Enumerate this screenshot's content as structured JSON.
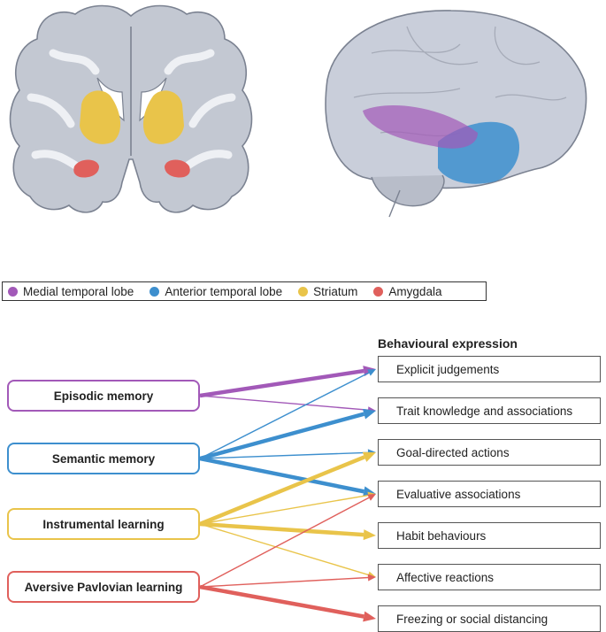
{
  "legend": [
    {
      "label": "Medial temporal lobe",
      "color": "#a259b8"
    },
    {
      "label": "Anterior temporal lobe",
      "color": "#3d8fce"
    },
    {
      "label": "Striatum",
      "color": "#e9c44a"
    },
    {
      "label": "Amygdala",
      "color": "#e0605c"
    }
  ],
  "memory_systems": [
    {
      "label": "Episodic memory",
      "color": "#a259b8"
    },
    {
      "label": "Semantic memory",
      "color": "#3d8fce"
    },
    {
      "label": "Instrumental learning",
      "color": "#e9c44a"
    },
    {
      "label": "Aversive Pavlovian learning",
      "color": "#e0605c"
    }
  ],
  "expression_title": "Behavioural expression",
  "expressions": [
    "Explicit judgements",
    "Trait knowledge and associations",
    "Goal-directed actions",
    "Evaluative associations",
    "Habit behaviours",
    "Affective reactions",
    "Freezing or social distancing"
  ],
  "connections": [
    {
      "from": 0,
      "to": 0,
      "strength": "strong"
    },
    {
      "from": 0,
      "to": 1,
      "strength": "weak"
    },
    {
      "from": 1,
      "to": 0,
      "strength": "weak"
    },
    {
      "from": 1,
      "to": 1,
      "strength": "strong"
    },
    {
      "from": 1,
      "to": 2,
      "strength": "weak"
    },
    {
      "from": 1,
      "to": 3,
      "strength": "strong"
    },
    {
      "from": 2,
      "to": 2,
      "strength": "strong"
    },
    {
      "from": 2,
      "to": 3,
      "strength": "weak"
    },
    {
      "from": 2,
      "to": 4,
      "strength": "strong"
    },
    {
      "from": 2,
      "to": 5,
      "strength": "weak"
    },
    {
      "from": 3,
      "to": 3,
      "strength": "weak"
    },
    {
      "from": 3,
      "to": 5,
      "strength": "weak"
    },
    {
      "from": 3,
      "to": 6,
      "strength": "strong"
    }
  ]
}
